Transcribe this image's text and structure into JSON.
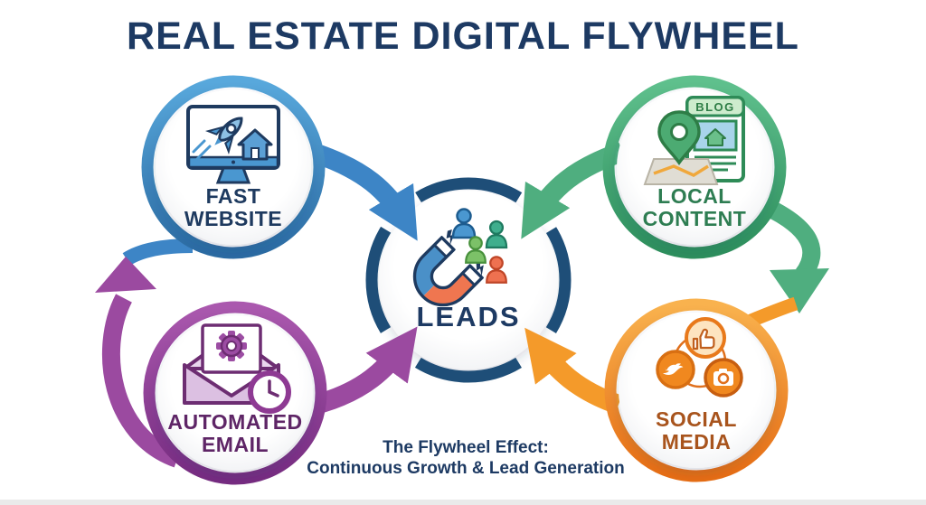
{
  "title": "REAL ESTATE DIGITAL FLYWHEEL",
  "center": {
    "label": "LEADS",
    "icon": "magnet-attracting-leads-icon",
    "ring_color": "#1e4e78",
    "person_colors": [
      "#4a97d0",
      "#3fae8d",
      "#7cc168",
      "#ee7150"
    ]
  },
  "nodes": [
    {
      "id": "fast-website",
      "label": "FAST WEBSITE",
      "icon": "rocket-monitor-icon",
      "ring_color": "#3d85c6",
      "label_color": "#1e3a5f"
    },
    {
      "id": "local-content",
      "label": "LOCAL CONTENT",
      "icon": "map-pin-blog-icon",
      "ring_color": "#3fa06b",
      "label_color": "#2e7d52",
      "badge": "BLOG"
    },
    {
      "id": "automated-email",
      "label": "AUTOMATED EMAIL",
      "icon": "email-gear-clock-icon",
      "ring_color": "#8e3a93",
      "label_color": "#5e2566"
    },
    {
      "id": "social-media",
      "label": "SOCIAL MEDIA",
      "icon": "social-badges-icon",
      "ring_color": "#ef8c1f",
      "label_color": "#a8541d"
    }
  ],
  "flows": [
    {
      "from": "fast-website",
      "to": "leads",
      "color": "#3d85c6"
    },
    {
      "from": "local-content",
      "to": "leads",
      "color": "#55b383"
    },
    {
      "from": "automated-email",
      "to": "leads",
      "color": "#9b4aa0"
    },
    {
      "from": "social-media",
      "to": "leads",
      "color": "#f49a2a"
    },
    {
      "from": "automated-email",
      "to": "fast-website",
      "color": "#9b4aa0"
    },
    {
      "from": "local-content",
      "to": "social-media",
      "color": "#55b383"
    }
  ],
  "caption": {
    "line1": "The Flywheel Effect:",
    "line2": "Continuous Growth & Lead Generation"
  },
  "colors": {
    "title": "#1d3a63",
    "background": "#ffffff"
  }
}
